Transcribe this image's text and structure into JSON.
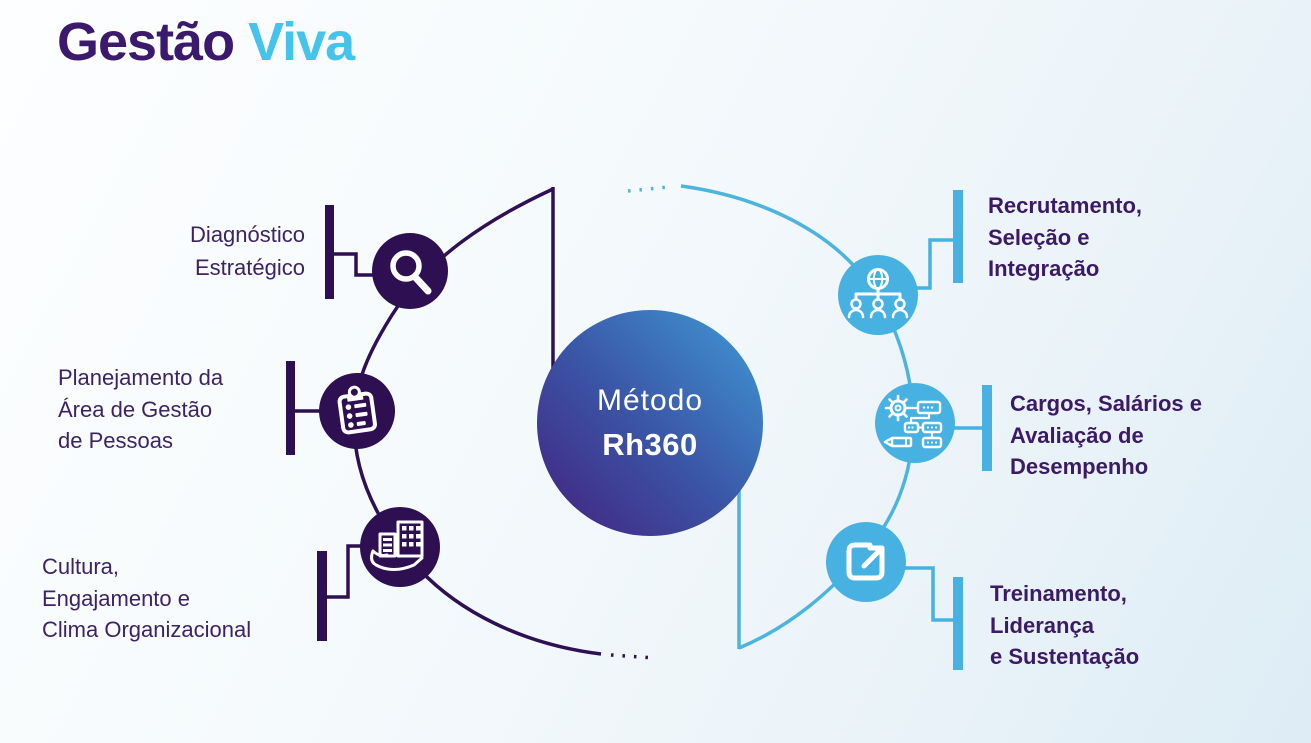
{
  "title": {
    "text_primary": "Gestão ",
    "text_accent": "Viva"
  },
  "center_circle": {
    "line1": "Método",
    "line2": "Rh360"
  },
  "left_items": [
    {
      "icon": "magnifier-icon",
      "label": "Diagnóstico\nEstratégico"
    },
    {
      "icon": "clipboard-checklist-icon",
      "label": "Planejamento da\nÁrea de Gestão\nde Pessoas"
    },
    {
      "icon": "hand-buildings-icon",
      "label": "Cultura,\nEngajamento e\nClima Organizacional"
    }
  ],
  "right_items": [
    {
      "icon": "globe-orgchart-icon",
      "label": "Recrutamento,\nSeleção e\nIntegração"
    },
    {
      "icon": "gear-workflow-icon",
      "label": "Cargos, Salários e\nAvaliação de\nDesempenho"
    },
    {
      "icon": "external-link-icon",
      "label": "Treinamento,\nLiderança\ne Sustentação"
    }
  ],
  "colors": {
    "primary_purple": "#2e0f52",
    "title_purple": "#3b1a6e",
    "label_purple": "#3d2366",
    "accent_blue": "#47b2e2",
    "title_blue": "#45c3ea",
    "arc_blue": "#4db4dd",
    "circle_gradient_start": "#44207e",
    "circle_gradient_end": "#3f9bd6",
    "background": "#f2f8fb"
  }
}
